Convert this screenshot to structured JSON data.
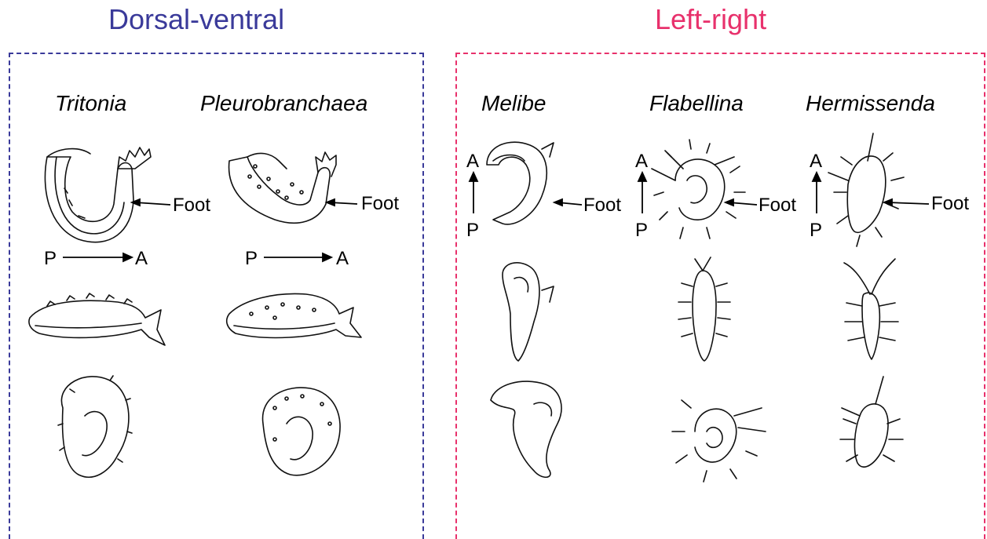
{
  "panels": {
    "dorsal_ventral": {
      "title": "Dorsal-ventral",
      "title_color": "#3a3a9a",
      "border_color": "#3a3a9a",
      "species": [
        "Tritonia",
        "Pleurobranchaea"
      ],
      "foot_label": "Foot",
      "axis_start": "P",
      "axis_end": "A"
    },
    "left_right": {
      "title": "Left-right",
      "title_color": "#e8316c",
      "border_color": "#e8316c",
      "species": [
        "Melibe",
        "Flabellina",
        "Hermissenda"
      ],
      "foot_label": "Foot",
      "axis_top": "A",
      "axis_bottom": "P"
    }
  }
}
